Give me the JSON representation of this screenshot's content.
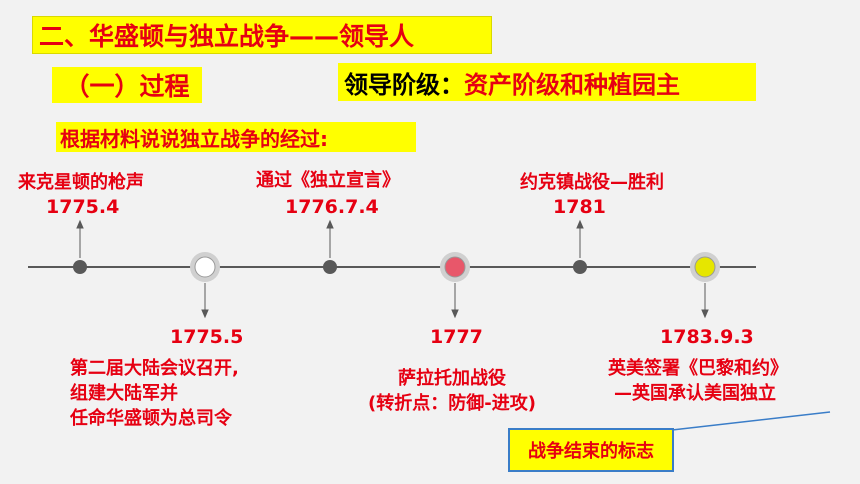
{
  "slide": {
    "title": "二、华盛顿与独立战争——领导人",
    "subtitle": "（一）过程",
    "leader_label": "领导阶级：",
    "leader_value": "资产阶级和种植园主",
    "question": "根据材料说说独立战争的经过:"
  },
  "timeline": {
    "above": [
      {
        "label": "来克星顿的枪声",
        "date": "1775.4"
      },
      {
        "label": "通过《独立宣言》",
        "date": "1776.7.4"
      },
      {
        "label": "约克镇战役—胜利",
        "date": "1781"
      }
    ],
    "below": [
      {
        "date": "1775.5",
        "lines": [
          "第二届大陆会议召开,",
          "组建大陆军并",
          "任命华盛顿为总司令"
        ]
      },
      {
        "date": "1777",
        "lines": [
          "萨拉托加战役",
          "(转折点：防御-进攻)"
        ]
      },
      {
        "date": "1783.9.3",
        "lines": [
          "英美签署《巴黎和约》",
          "—英国承认美国独立"
        ]
      }
    ],
    "callout": "战争结束的标志"
  },
  "colors": {
    "highlight": "#ffff00",
    "red_text": "#e60012",
    "line": "#595959",
    "node_white": "#ffffff",
    "node_red": "#e8576a",
    "node_yellow": "#e6e600",
    "callout_border": "#3a7dc8"
  }
}
